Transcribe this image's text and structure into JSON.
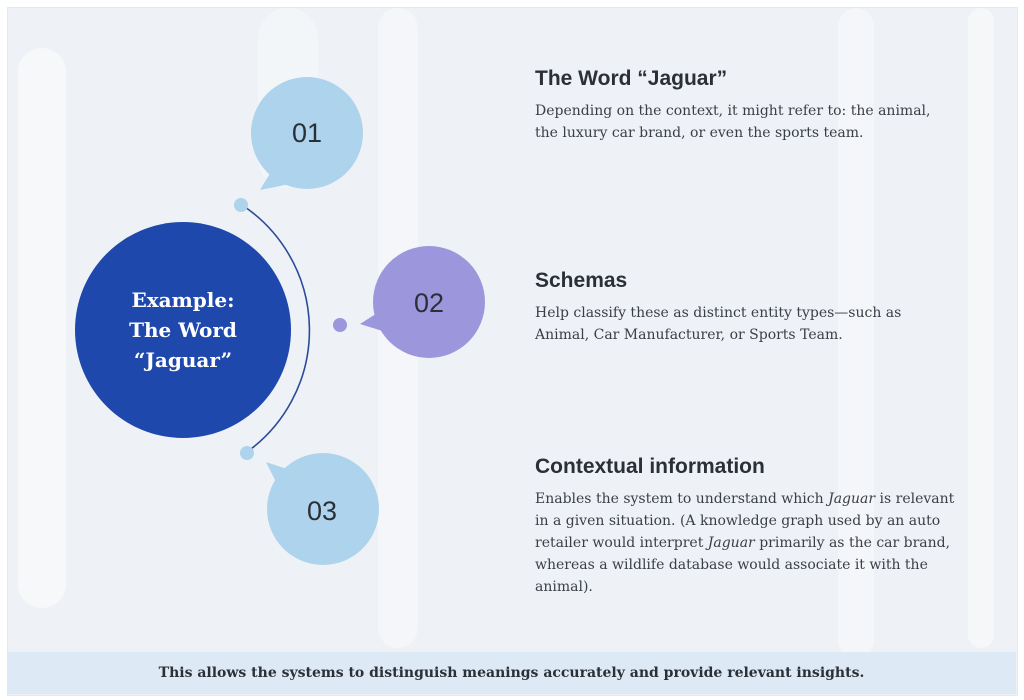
{
  "colors": {
    "main_circle": "#1f48ad",
    "bubble_light": "#aed3ec",
    "bubble_purple": "#9c97dc",
    "arc": "#2c4a9a",
    "dot_light": "#aed3ec",
    "dot_purple": "#9c97dc"
  },
  "center": {
    "label": "Example:\nThe Word\n“Jaguar”"
  },
  "items": [
    {
      "number": "01",
      "title": "The Word “Jaguar”",
      "body": "Depending on the context, it might refer to: the animal, the luxury car brand, or even the sports team."
    },
    {
      "number": "02",
      "title": "Schemas",
      "body": "Help classify these as distinct entity types—such as Animal, Car Manufacturer, or Sports Team."
    },
    {
      "number": "03",
      "title": "Contextual information",
      "body_parts": [
        "Enables the system to understand which ",
        "Jaguar",
        " is relevant in a given situation. (A knowledge graph used by an auto retailer would interpret ",
        "Jaguar",
        " primarily as the car brand, whereas a wildlife database would associate it with the animal)."
      ]
    }
  ],
  "footer": {
    "text": "This allows the systems to distinguish meanings accurately and provide relevant insights."
  }
}
